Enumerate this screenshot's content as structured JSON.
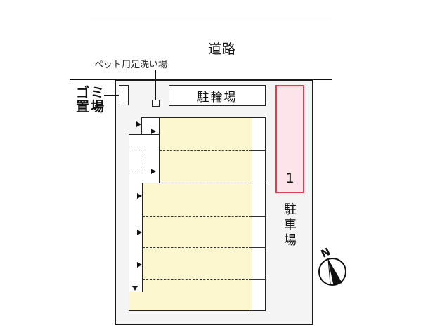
{
  "road": {
    "label": "道路"
  },
  "facilities": {
    "pet_footwash": {
      "label": "ペット用足洗い場"
    },
    "garbage": {
      "label_line1": "ゴミ",
      "label_line2": "置場"
    },
    "bicycle_parking": {
      "label": "駐輪場"
    },
    "car_parking": {
      "label_chars": [
        "駐",
        "車",
        "場"
      ],
      "spaces": [
        {
          "number": "1"
        }
      ]
    }
  },
  "building": {
    "units": 6,
    "entrance_arrows": 7
  },
  "compass": {
    "north_label": "N"
  },
  "colors": {
    "unit_fill": "#fdf7d0",
    "parking_fill": "#fde4ea",
    "parking_border": "#d9404f",
    "lot_fill": "#f4f4f4"
  }
}
